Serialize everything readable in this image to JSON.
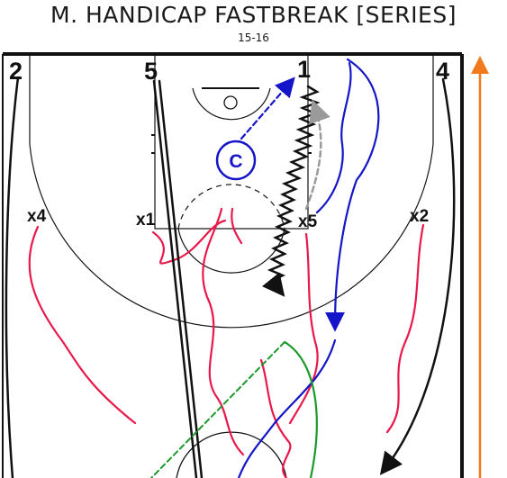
{
  "title": "M. HANDICAP FASTBREAK [SERIES]",
  "subtitle": "15-16",
  "offense": [
    {
      "id": "off-2",
      "label": "2"
    },
    {
      "id": "off-5",
      "label": "5"
    },
    {
      "id": "off-1",
      "label": "1"
    },
    {
      "id": "off-4",
      "label": "4"
    }
  ],
  "defense": [
    {
      "id": "def-x4",
      "label": "x4"
    },
    {
      "id": "def-x1",
      "label": "x1"
    },
    {
      "id": "def-x5",
      "label": "x5"
    },
    {
      "id": "def-x2",
      "label": "x2"
    }
  ],
  "coach": {
    "label": "C"
  },
  "colors": {
    "offense_cut": "#111111",
    "defense_cut": "#e8194a",
    "coach_pass": "#1414c8",
    "wing_cut": "#1414c8",
    "outlet_pass": "#1a9a2a",
    "ghost_pass": "#9a9a9a",
    "direction_arrow": "#f07a1c"
  }
}
